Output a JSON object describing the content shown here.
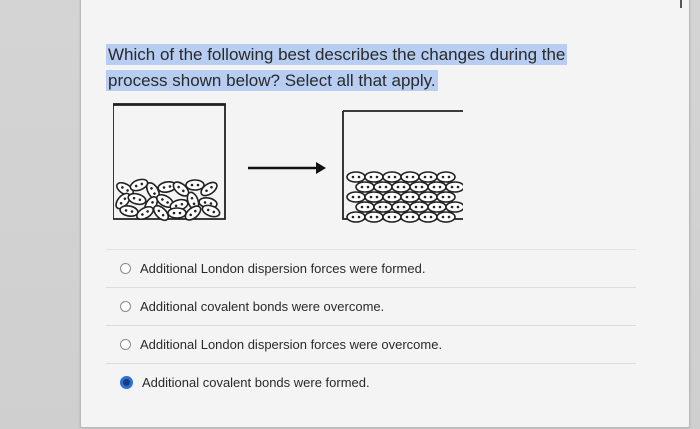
{
  "question": {
    "text": "Which of the following best describes the changes during the process shown below? Select all that apply."
  },
  "figure": {
    "left_container": "container-loose-particles",
    "arrow": "arrow-right-icon",
    "right_container": "container-ordered-particles"
  },
  "options": [
    {
      "label": "Additional London dispersion forces were formed.",
      "selected": false
    },
    {
      "label": "Additional covalent bonds were overcome.",
      "selected": false
    },
    {
      "label": "Additional London dispersion forces were overcome.",
      "selected": false
    },
    {
      "label": "Additional covalent bonds were formed.",
      "selected": true
    }
  ],
  "colors": {
    "highlight": "#b7cdf1",
    "radio_selected": "#2e6fd8",
    "card_background": "#f4f4f4"
  }
}
